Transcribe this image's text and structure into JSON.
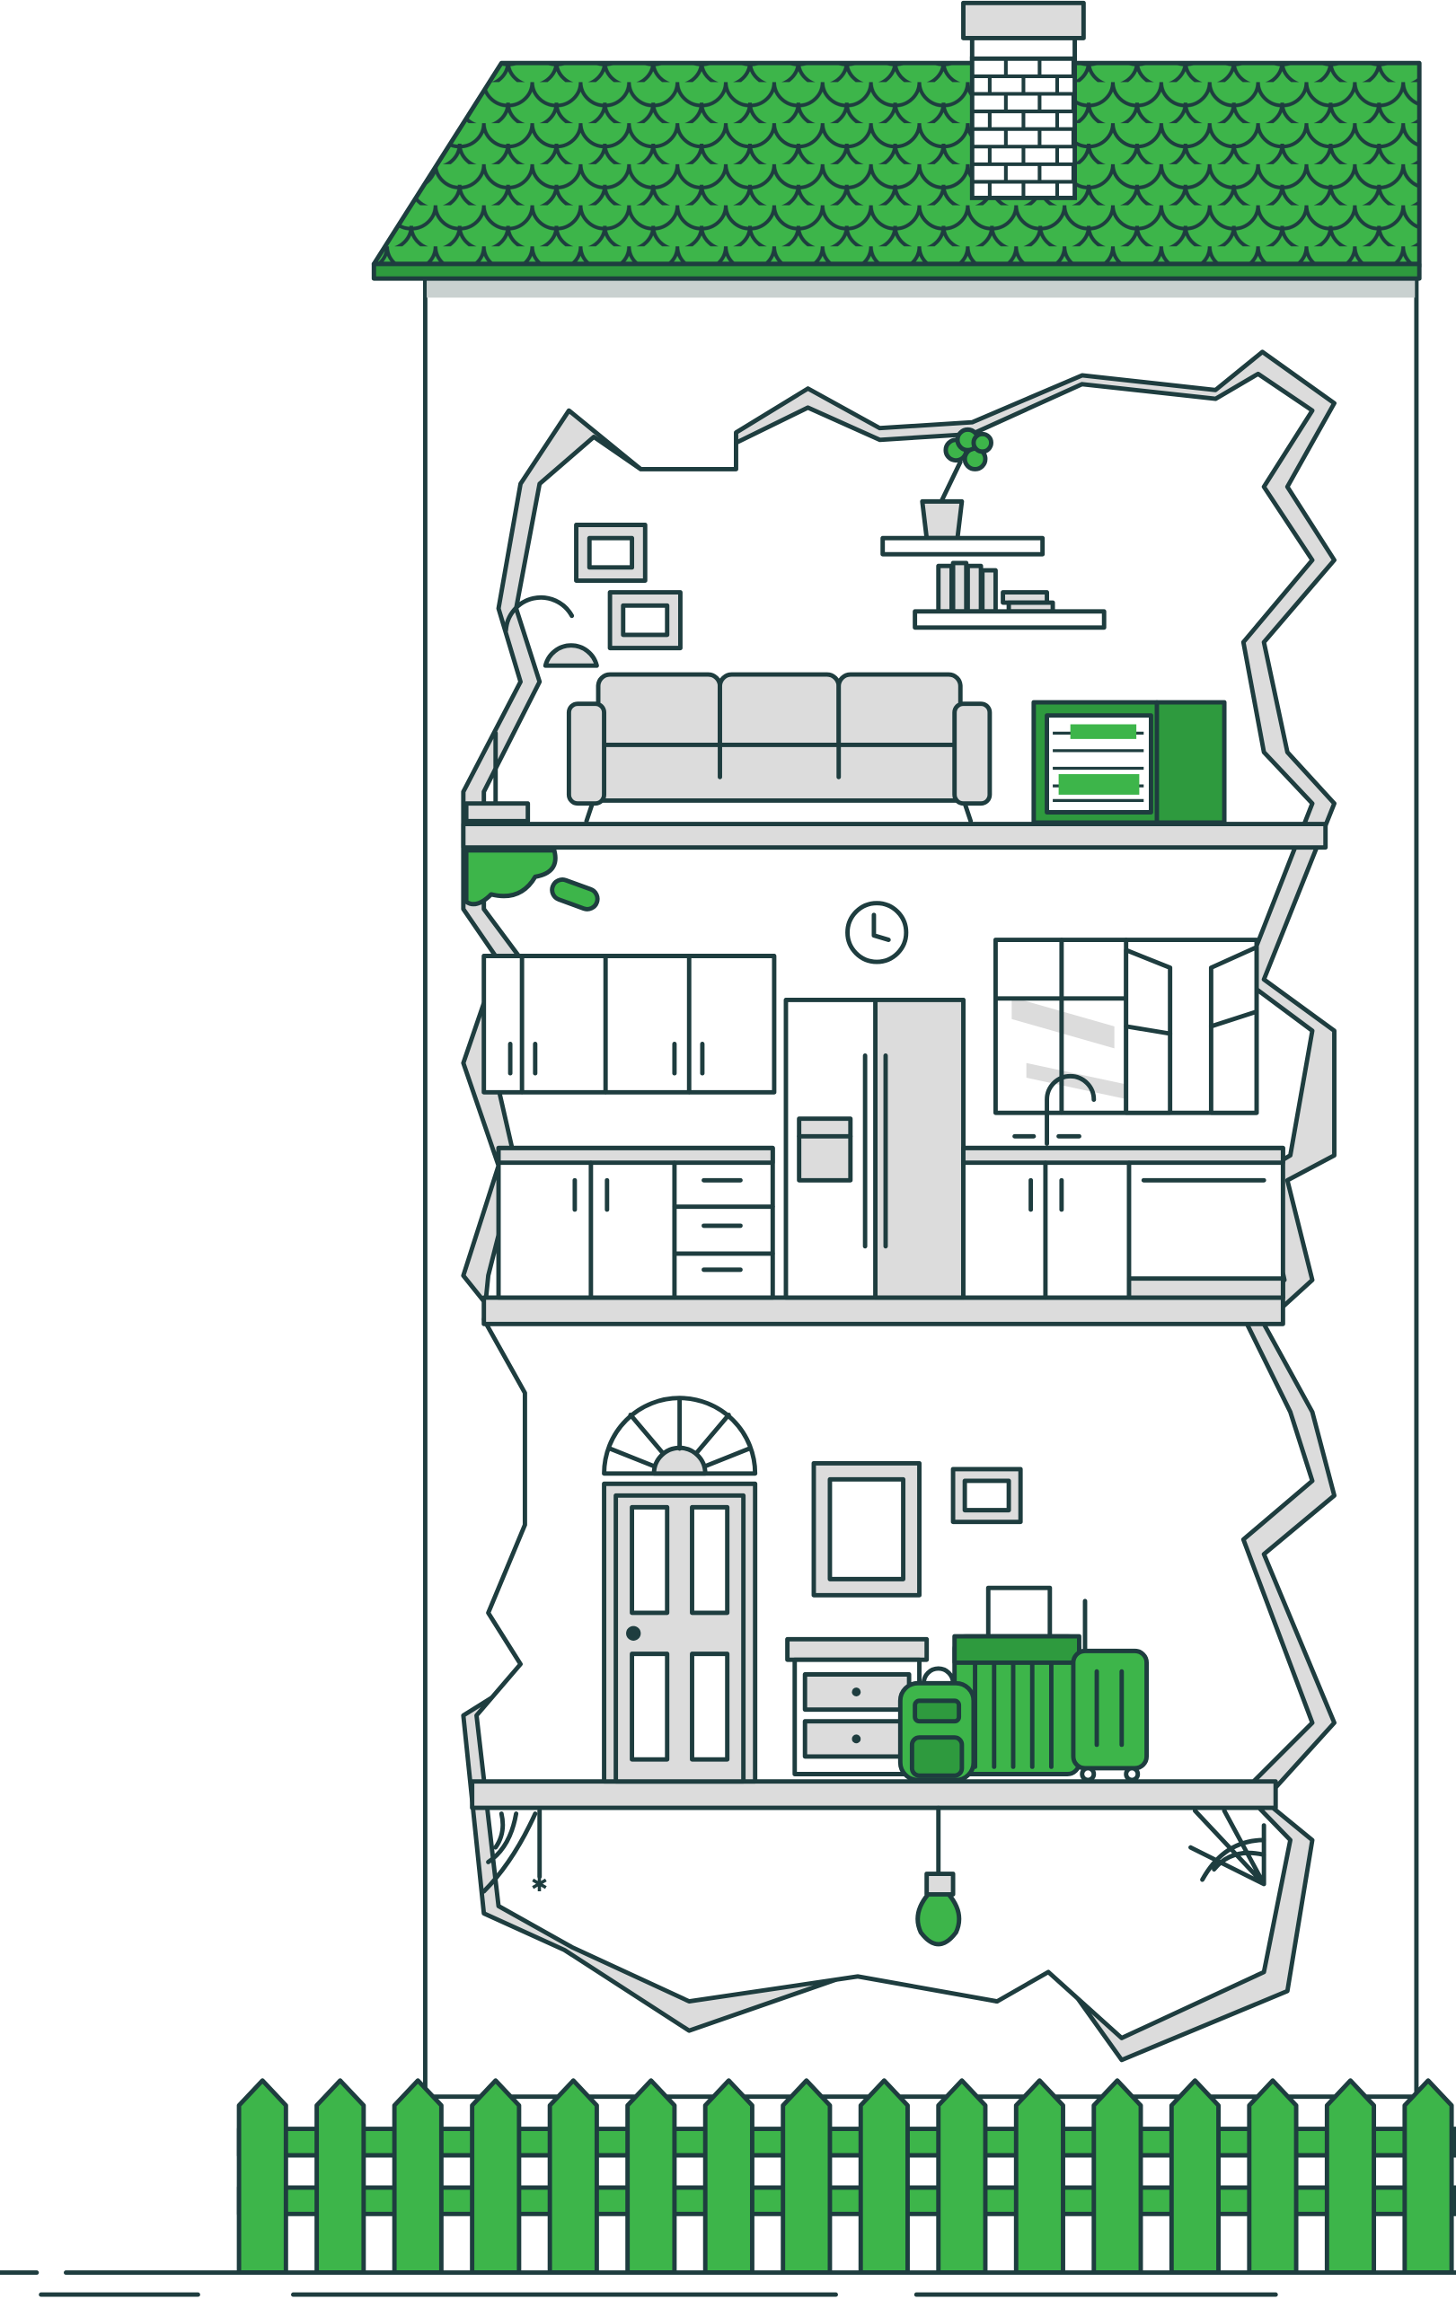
{
  "illustration": {
    "subject": "house-cutaway",
    "colors": {
      "outline": "#1e3d3f",
      "green": "#3db54a",
      "dark_green": "#2e9a3e",
      "gray": "#dcdcdc",
      "shadow_gray": "#c9d1d0",
      "wall": "#ffffff"
    },
    "floors": [
      "living-room",
      "kitchen",
      "entry-hall",
      "basement"
    ]
  }
}
